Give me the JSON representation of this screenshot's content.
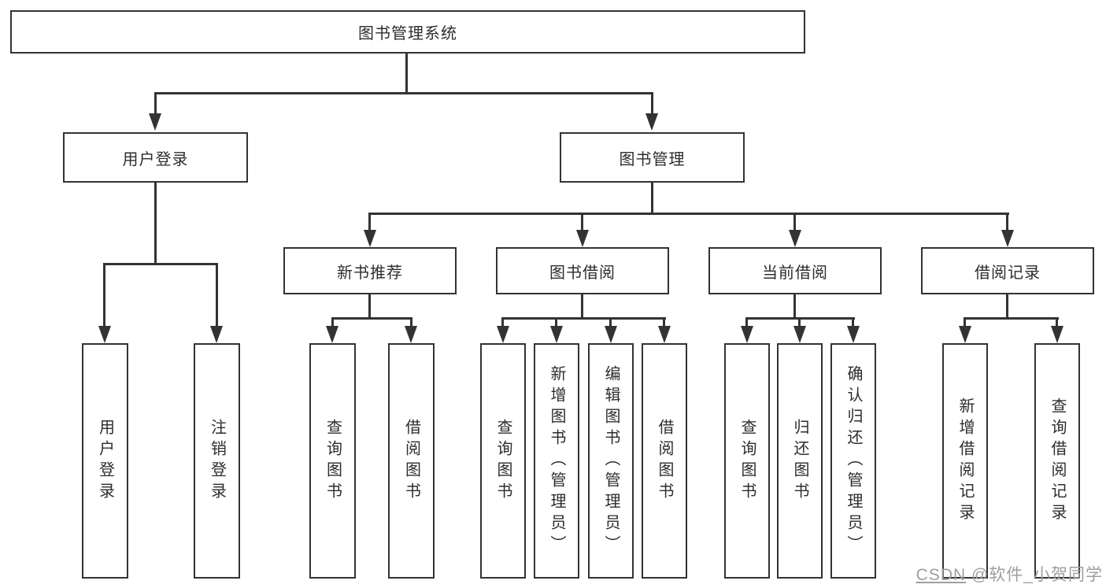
{
  "diagram": {
    "type": "tree",
    "root": {
      "label": "图书管理系统",
      "children": [
        {
          "label": "用户登录",
          "children": [
            {
              "label": "用户登录"
            },
            {
              "label": "注销登录"
            }
          ]
        },
        {
          "label": "图书管理",
          "children": [
            {
              "label": "新书推荐",
              "children": [
                {
                  "label": "查询图书"
                },
                {
                  "label": "借阅图书"
                }
              ]
            },
            {
              "label": "图书借阅",
              "children": [
                {
                  "label": "查询图书"
                },
                {
                  "label": "新增图书（管理员）"
                },
                {
                  "label": "编辑图书（管理员）"
                },
                {
                  "label": "借阅图书"
                }
              ]
            },
            {
              "label": "当前借阅",
              "children": [
                {
                  "label": "查询图书"
                },
                {
                  "label": "归还图书"
                },
                {
                  "label": "确认归还（管理员）"
                }
              ]
            },
            {
              "label": "借阅记录",
              "children": [
                {
                  "label": "新增借阅记录"
                },
                {
                  "label": "查询借阅记录"
                }
              ]
            }
          ]
        }
      ]
    },
    "colors": {
      "line": "#333333",
      "box_border": "#333333",
      "text": "#2d2d2d",
      "background": "#ffffff",
      "watermark": "#9e9e9e"
    }
  },
  "watermark": {
    "brand": "CSDN",
    "author": " @软件_小贺同学"
  }
}
